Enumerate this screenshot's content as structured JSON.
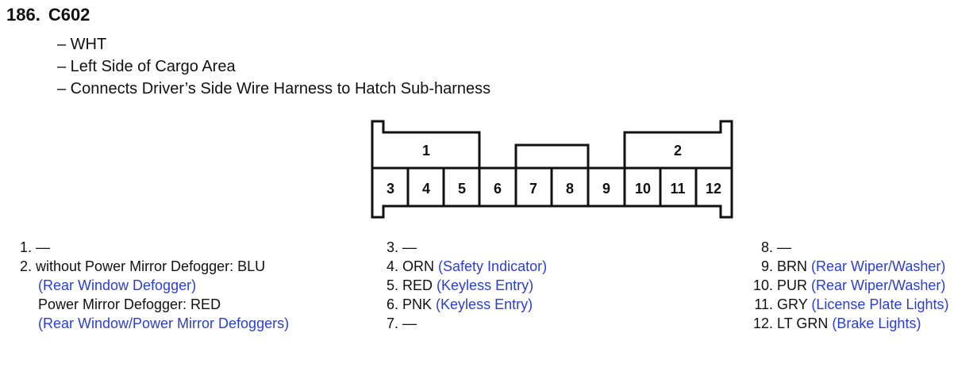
{
  "header": {
    "number": "186.",
    "connector": "C602"
  },
  "details": [
    "– WHT",
    "– Left Side of Cargo Area",
    "– Connects Driver’s Side Wire Harness to Hatch Sub-harness"
  ],
  "connector": {
    "cavities": [
      "1",
      "2",
      "3",
      "4",
      "5",
      "6",
      "7",
      "8",
      "9",
      "10",
      "11",
      "12"
    ]
  },
  "pins": {
    "p1": {
      "num": "1.",
      "wire": "—"
    },
    "p2": {
      "num": "2.",
      "line1": "without Power Mirror Defogger: BLU",
      "line2": "(Rear Window Defogger)",
      "line3": "Power Mirror Defogger: RED",
      "line4": "(Rear Window/Power Mirror Defoggers)"
    },
    "p3": {
      "num": "3.",
      "wire": "—"
    },
    "p4": {
      "num": "4.",
      "wire": "ORN",
      "circuit": "(Safety Indicator)"
    },
    "p5": {
      "num": "5.",
      "wire": "RED",
      "circuit": "(Keyless Entry)"
    },
    "p6": {
      "num": "6.",
      "wire": "PNK",
      "circuit": "(Keyless Entry)"
    },
    "p7": {
      "num": "7.",
      "wire": "—"
    },
    "p8": {
      "num": "8.",
      "wire": "—"
    },
    "p9": {
      "num": "9.",
      "wire": "BRN",
      "circuit": "(Rear Wiper/Washer)"
    },
    "p10": {
      "num": "10.",
      "wire": "PUR",
      "circuit": "(Rear Wiper/Washer)"
    },
    "p11": {
      "num": "11.",
      "wire": "GRY",
      "circuit": "(License Plate Lights)"
    },
    "p12": {
      "num": "12.",
      "wire": "LT GRN",
      "circuit": "(Brake Lights)"
    }
  },
  "colors": {
    "circuit_text": "#2a3ed6",
    "outline": "#111111"
  }
}
